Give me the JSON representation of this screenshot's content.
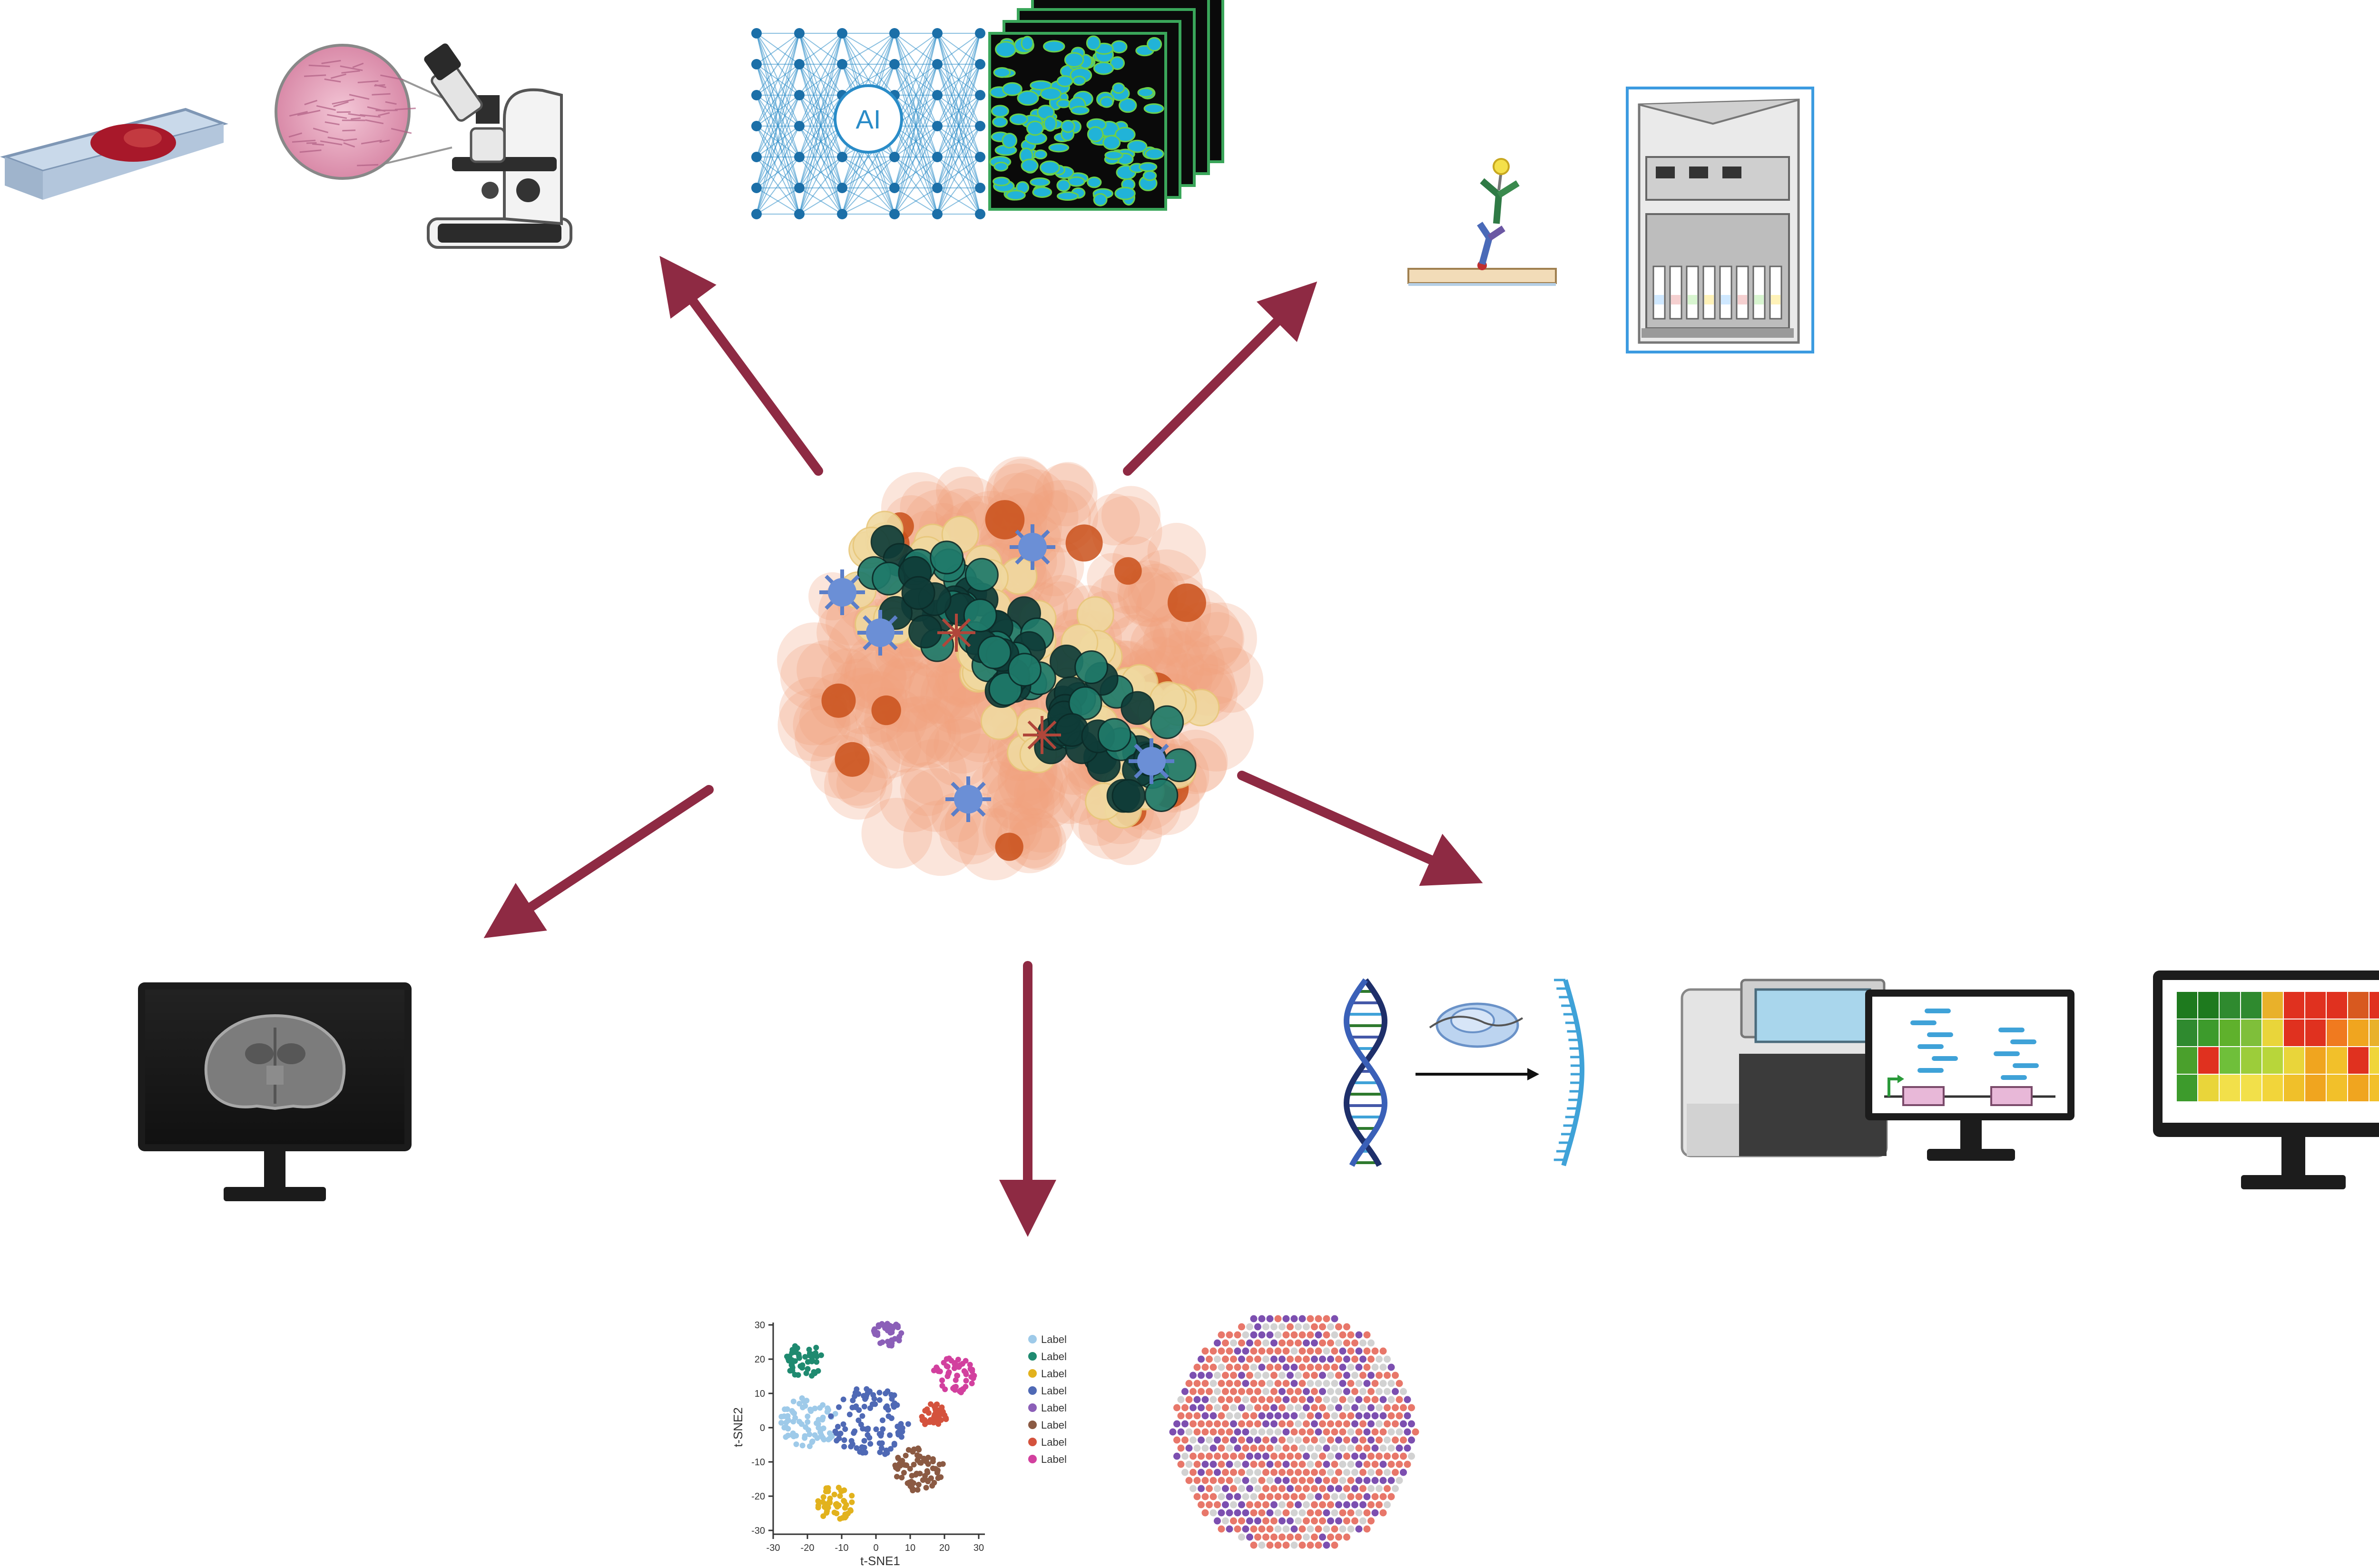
{
  "center": {
    "name": "tumor-microenvironment"
  },
  "panels": {
    "histology": {
      "name": "slide-microscope"
    },
    "ai_imaging": {
      "ai_label": "AI"
    },
    "ihc_stainer": {
      "name": "antibody-autostainer"
    },
    "radiology": {
      "name": "mri-brain-monitor"
    },
    "sequencing": {
      "name": "dna-rna-sequencing"
    },
    "heatmap": {
      "name": "expression-heatmap-monitor"
    },
    "tsne": {
      "xlabel": "t-SNE1",
      "ylabel": "t-SNE2",
      "x_ticks": [
        "-30",
        "-20",
        "-10",
        "0",
        "10",
        "20",
        "30"
      ],
      "y_ticks": [
        "30",
        "20",
        "10",
        "0",
        "-10",
        "-20",
        "-30"
      ],
      "legend": [
        "Label",
        "Label",
        "Label",
        "Label",
        "Label",
        "Label",
        "Label",
        "Label"
      ]
    },
    "spatial": {
      "name": "spatial-spot-map"
    }
  },
  "colors": {
    "arrow": "#8e2a43",
    "tumor_orange": "#f0a07c",
    "tumor_teal": "#1f7a6a",
    "tumor_yellow": "#f0d9a0",
    "ai_blue": "#2a8cc8",
    "cluster": [
      "#9ecae9",
      "#1f8a70",
      "#e2b21d",
      "#4f69b5",
      "#8b5fb8",
      "#8b5a43",
      "#d4523d",
      "#d2409e"
    ]
  }
}
